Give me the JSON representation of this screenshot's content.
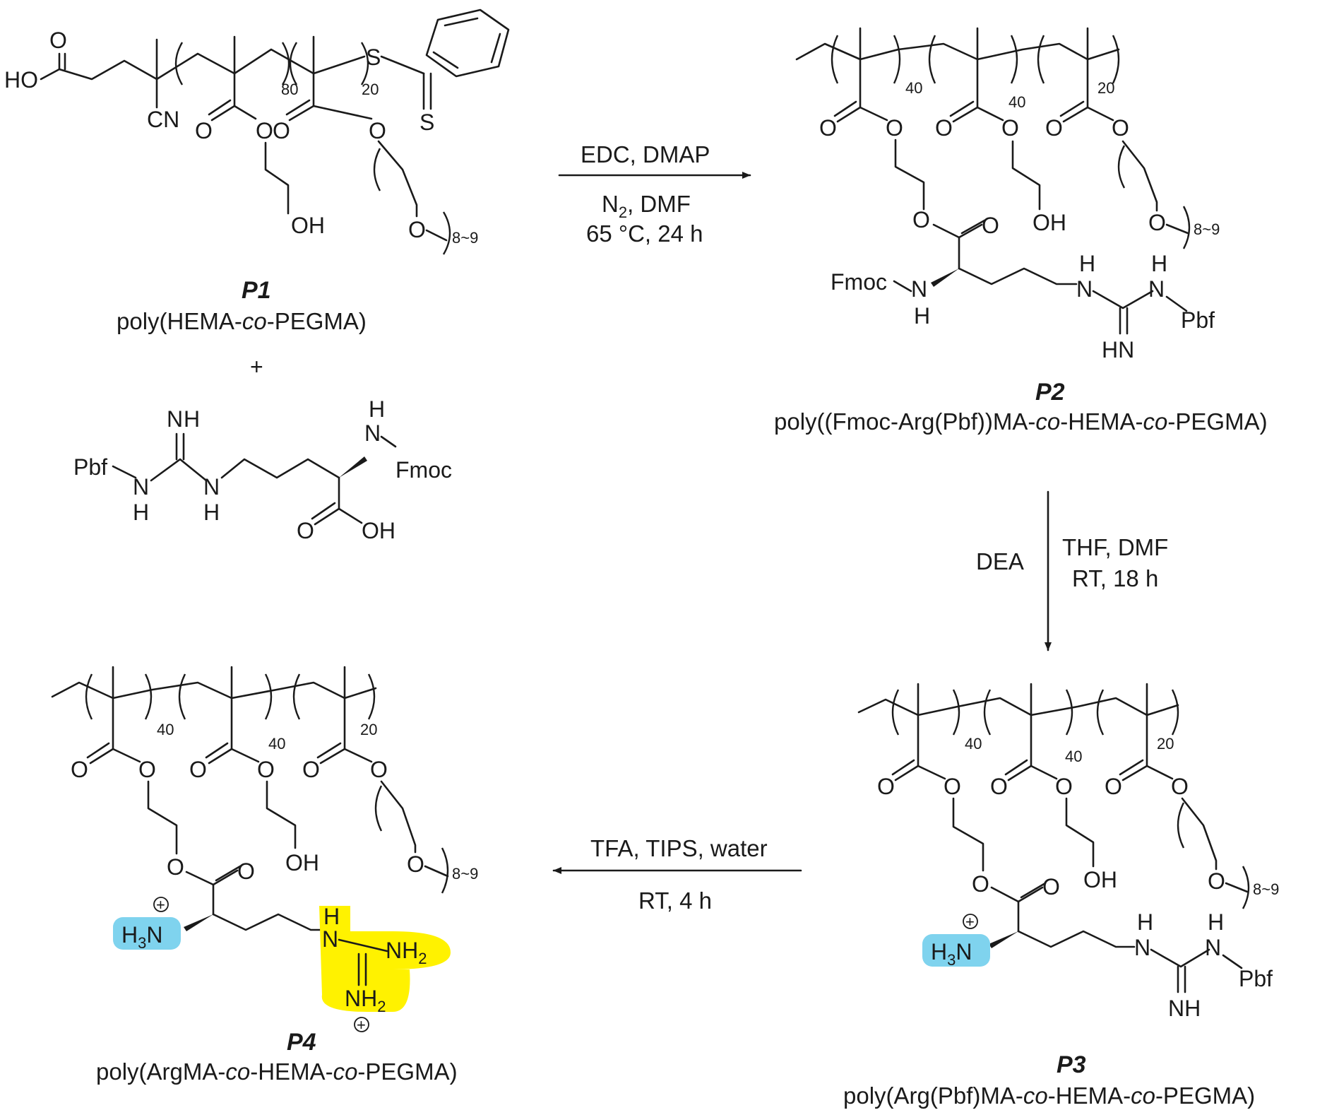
{
  "compounds": {
    "p1": {
      "id": "P1",
      "name_parts": [
        "poly(HEMA-",
        "co",
        "-PEGMA)"
      ],
      "repeat_a": "80",
      "repeat_b": "20",
      "peg": "8~9"
    },
    "plus": "+",
    "reagent": {
      "groups": [
        "NH",
        "Pbf",
        "N",
        "H",
        "N",
        "H",
        "N",
        "H",
        "Fmoc",
        "O",
        "OH"
      ]
    },
    "p2": {
      "id": "P2",
      "name_parts": [
        "poly((Fmoc-Arg(Pbf))MA-",
        "co",
        "-HEMA-",
        "co",
        "-PEGMA)"
      ],
      "repeat_a": "40",
      "repeat_b": "40",
      "repeat_c": "20",
      "peg": "8~9"
    },
    "p3": {
      "id": "P3",
      "name_parts": [
        "poly(Arg(Pbf)MA-",
        "co",
        "-HEMA-",
        "co",
        "-PEGMA)"
      ],
      "repeat_a": "40",
      "repeat_b": "40",
      "repeat_c": "20",
      "peg": "8~9"
    },
    "p4": {
      "id": "P4",
      "name_parts": [
        "poly(ArgMA-",
        "co",
        "-HEMA-",
        "co",
        "-PEGMA)"
      ],
      "repeat_a": "40",
      "repeat_b": "40",
      "repeat_c": "20",
      "peg": "8~9"
    }
  },
  "labels": {
    "ho": "HO",
    "o": "O",
    "oh": "OH",
    "cn": "CN",
    "s": "S",
    "fmoc": "Fmoc",
    "n": "N",
    "h": "H",
    "hn": "HN",
    "pbf": "Pbf",
    "h3n": "H",
    "h3n_sub": "3",
    "h3n_n": "N",
    "nh2": "NH",
    "nh2_sub": "2",
    "plus_charge": "+"
  },
  "steps": {
    "step1": {
      "line1": "EDC, DMAP",
      "line2_pre": "N",
      "line2_sub": "2",
      "line2_post": ", DMF",
      "line3": "65 °C, 24 h"
    },
    "step2": {
      "left": "DEA",
      "line1": "THF, DMF",
      "line2": "RT, 18 h"
    },
    "step3": {
      "line1": "TFA, TIPS, water",
      "line2": "RT, 4 h"
    }
  },
  "highlights": {
    "ammonium": "#7fd3ee",
    "guanidinium": "#fff200"
  }
}
